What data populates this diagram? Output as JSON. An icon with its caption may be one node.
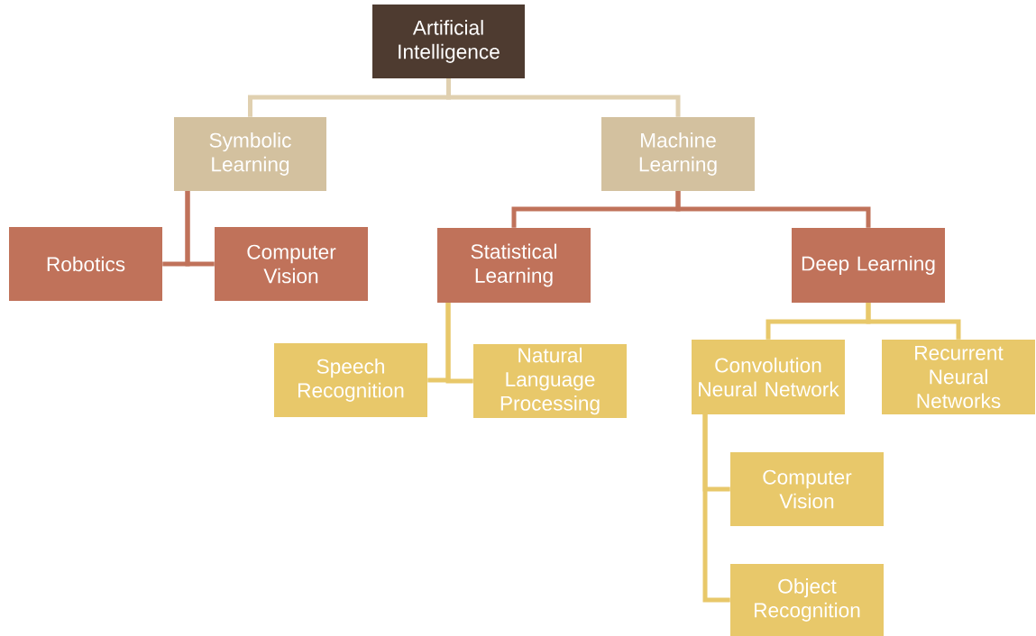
{
  "diagram": {
    "nodes": [
      {
        "text": [
          "Artificial Intelligence"
        ]
      },
      {
        "text": [
          "Symbolic Learning"
        ]
      },
      {
        "text": [
          "Machine Learning"
        ]
      },
      {
        "text": [
          "Robotics"
        ]
      },
      {
        "text": [
          "Computer Vision"
        ]
      },
      {
        "text": [
          "Statistical Learning"
        ]
      },
      {
        "text": [
          "Deep Learning"
        ]
      },
      {
        "text": [
          "Speech Recognition"
        ]
      },
      {
        "text": [
          "Natural Language Processing"
        ]
      },
      {
        "text": [
          "Convolution Neural Network"
        ]
      },
      {
        "text": [
          "Recurrent Neural Networks"
        ]
      },
      {
        "text": [
          "Computer Vision"
        ]
      },
      {
        "text": [
          "Object Recognition"
        ]
      }
    ],
    "edges": [
      {
        "from": 0,
        "to": 1,
        "arrow": "none",
        "color": "#e0d0b0"
      },
      {
        "from": 0,
        "to": 2,
        "arrow": "none",
        "color": "#e0d0b0"
      },
      {
        "from": 1,
        "to": 3,
        "arrow": "none",
        "color": "#c0725a"
      },
      {
        "from": 1,
        "to": 4,
        "arrow": "none",
        "color": "#c0725a"
      },
      {
        "from": 2,
        "to": 5,
        "arrow": "none",
        "color": "#c0725a"
      },
      {
        "from": 2,
        "to": 6,
        "arrow": "none",
        "color": "#c0725a"
      },
      {
        "from": 5,
        "to": 7,
        "arrow": "none",
        "color": "#e8c86a"
      },
      {
        "from": 5,
        "to": 8,
        "arrow": "none",
        "color": "#e8c86a"
      },
      {
        "from": 6,
        "to": 9,
        "arrow": "none",
        "color": "#e8c86a"
      },
      {
        "from": 6,
        "to": 10,
        "arrow": "none",
        "color": "#e8c86a"
      },
      {
        "from": 9,
        "to": 11,
        "arrow": "none",
        "color": "#e8c86a"
      },
      {
        "from": 9,
        "to": 12,
        "arrow": "none",
        "color": "#e8c86a"
      }
    ]
  }
}
